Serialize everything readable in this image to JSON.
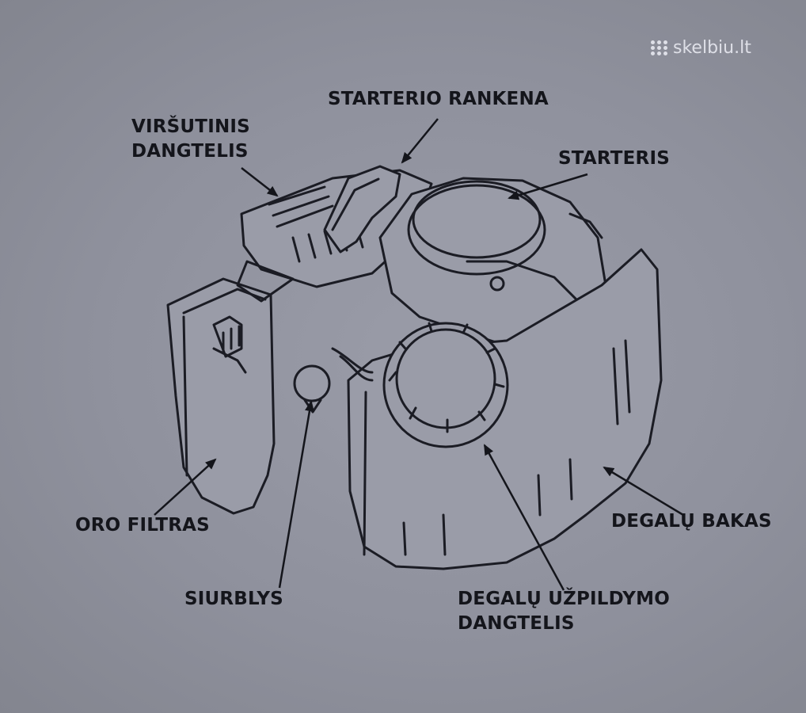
{
  "watermark": {
    "text": "skelbiu.lt"
  },
  "labels": {
    "starterio_rankena": "STARTERIO RANKENA",
    "virsutinis_line1": "VIRŠUTINIS",
    "virsutinis_line2": "DANGTELIS",
    "starteris": "STARTERIS",
    "oro_filtras": "ORO FILTRAS",
    "degalu_bakas": "DEGALŲ BAKAS",
    "siurblys": "SIURBLYS",
    "uzpildymo_line1": "DEGALŲ UŽPILDYMO",
    "uzpildymo_line2": "DANGTELIS"
  }
}
